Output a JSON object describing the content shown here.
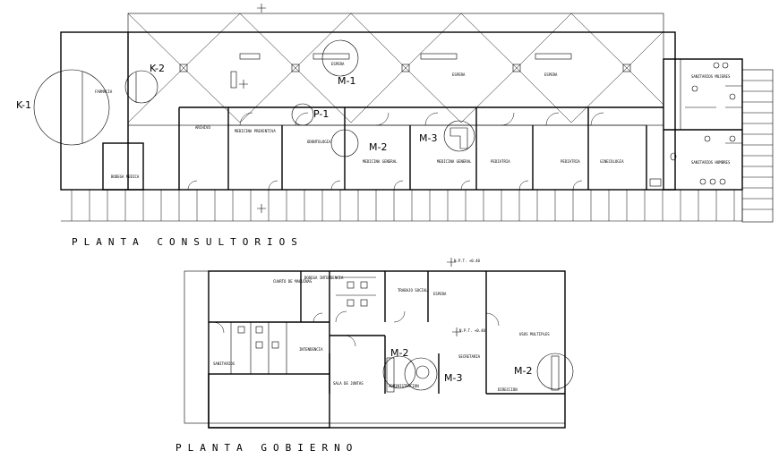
{
  "plans": {
    "consultorios": {
      "title": "PLANTA CONSULTORIOS",
      "markers": {
        "k1": "K-1",
        "k2": "K-2",
        "m1": "M-1",
        "p1": "P-1",
        "m2": "M-2",
        "m3": "M-3"
      },
      "rooms": {
        "farmacia": "FARMACIA",
        "bodega_medica": "BODEGA MEDICA",
        "archivo": "ARCHIVO",
        "medicina_preventiva": "MEDICINA PREVENTIVA",
        "odontologia": "ODONTOLOGIA",
        "medicina_general_1": "MEDICINA GENERAL",
        "medicina_general_2": "MEDICINA GENERAL",
        "pediatria_1": "PEDIATRIA",
        "pediatria_2": "PEDIATRIA",
        "ginecologia": "GINECOLOGIA",
        "espera_1": "ESPERA",
        "espera_2": "ESPERA",
        "espera_3": "ESPERA",
        "sanitarios_mujeres": "SANITARIOS MUJERES",
        "sanitarios_hombres": "SANITARIOS HOMBRES"
      }
    },
    "gobierno": {
      "title": "PLANTA GOBIERNO",
      "markers": {
        "m2a": "M-2",
        "m3": "M-3",
        "m2b": "M-2"
      },
      "rooms": {
        "cuarto_maquinas": "CUARTO DE MAQUINAS",
        "bodega_intendencia": "BODEGA INTENDENCIA",
        "trabajo_social": "TRABAJO SOCIAL",
        "espera": "ESPERA",
        "intendencia": "INTENDENCIA",
        "sanitarios": "SANITARIOS",
        "usos_multiples": "USOS MULTIPLES",
        "secretaria": "SECRETARIA",
        "sala_juntas": "SALA DE JUNTAS",
        "administracion": "ADMINISTRACION",
        "direccion": "DIRECCION",
        "nivel_1": "N.P.T. +0.40",
        "nivel_2": "N.P.T. +0.40"
      }
    }
  }
}
